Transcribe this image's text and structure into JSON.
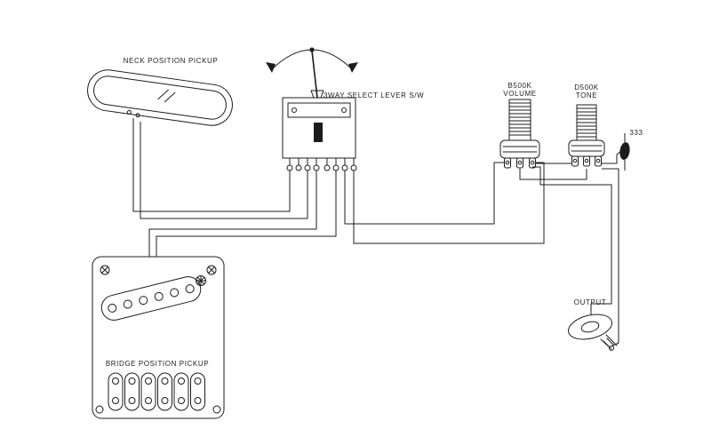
{
  "diagram": {
    "labels": {
      "neck_pickup": "NECK POSITION PICKUP",
      "selector_switch": "3WAY SELECT LEVER S/W",
      "volume_value": "B500K",
      "volume_name": "VOLUME",
      "tone_value": "D500K",
      "tone_name": "TONE",
      "capacitor_value": "333",
      "output": "OUTPUT",
      "bridge_pickup": "BRIDGE POSITION PICKUP"
    },
    "colors": {
      "line": "#1c1c1c",
      "background": "#ffffff"
    }
  }
}
